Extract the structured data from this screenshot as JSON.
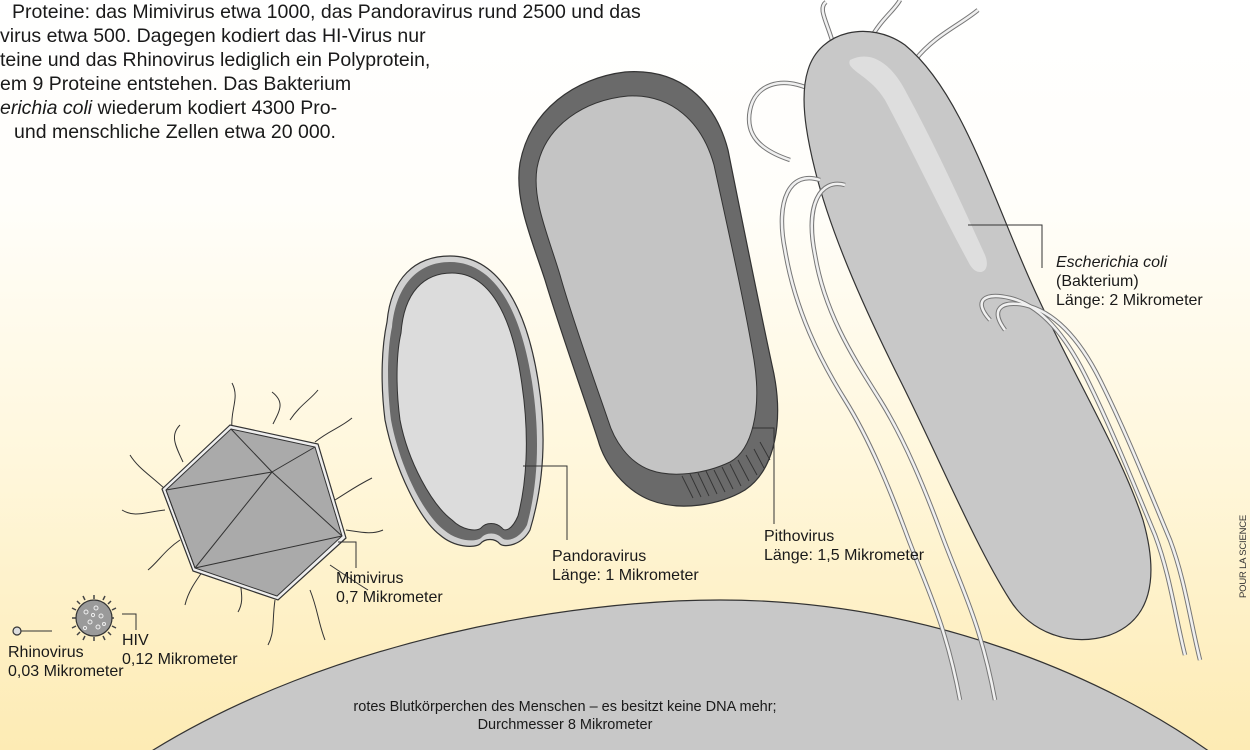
{
  "intro_text": {
    "lines": [
      "Proteine: das Mimivirus etwa 1000, das Pandoravirus rund 2500 und das",
      "virus etwa 500. Dagegen kodiert das HI-Virus nur",
      "teine und das Rhinovirus lediglich ein Polyprotein,",
      "em 9 Proteine entstehen. Das Bakterium"
    ],
    "line5_italic": "erichia coli",
    "line5_rest": " wiederum kodiert 4300 Pro-",
    "line6": "und menschliche Zellen etwa 20 000."
  },
  "labels": {
    "rhinovirus": {
      "name": "Rhinovirus",
      "size": "0,03 Mikrometer"
    },
    "hiv": {
      "name": "HIV",
      "size": "0,12 Mikrometer"
    },
    "mimivirus": {
      "name": "Mimivirus",
      "size": "0,7 Mikrometer"
    },
    "pandoravirus": {
      "name": "Pandoravirus",
      "size": "Länge: 1 Mikrometer"
    },
    "pithovirus": {
      "name": "Pithovirus",
      "size": "Länge: 1,5 Mikrometer"
    },
    "ecoli": {
      "name": "Escherichia coli",
      "type": "(Bakterium)",
      "size": "Länge: 2 Mikrometer"
    }
  },
  "red_blood_cell": {
    "line1": "rotes Blutkörperchen des Menschen – es besitzt keine DNA mehr;",
    "line2": "Durchmesser 8 Mikrometer"
  },
  "credit": "POUR LA SCIENCE",
  "colors": {
    "outline": "#333333",
    "capsid_fill": "#aaaaaa",
    "cell_fill": "#c6c6c6",
    "pandoravirus_wall": "#6a6a6a",
    "pithovirus_inner": "#c4c4c4",
    "ecoli_fill": "#c8c8c8",
    "background_bottom": "#fdebb4"
  }
}
